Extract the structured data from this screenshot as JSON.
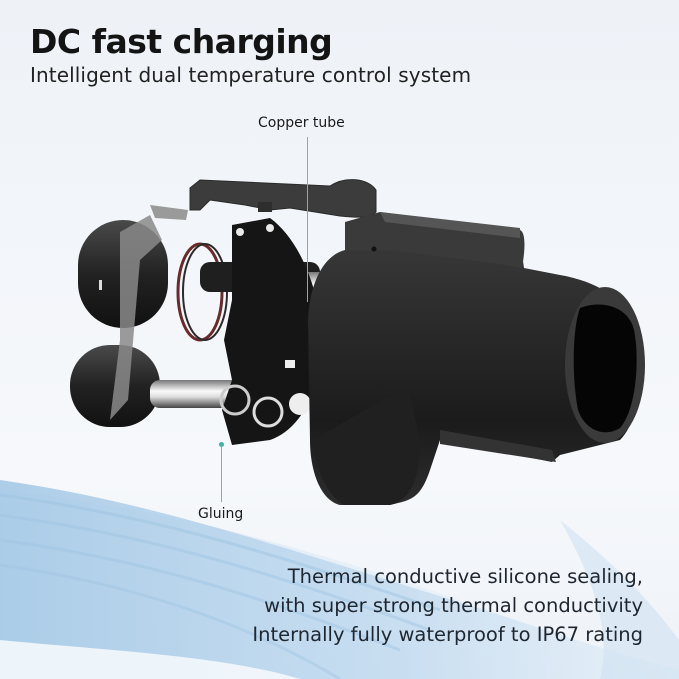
{
  "header": {
    "title": "DC fast charging",
    "subtitle": "Intelligent dual temperature control system"
  },
  "callouts": {
    "top": "Copper tube",
    "bottom": "Gluing"
  },
  "description": {
    "lines": [
      "Thermal conductive silicone sealing,",
      "with super strong thermal conductivity",
      "Internally fully waterproof to IP67 rating"
    ]
  },
  "colors": {
    "accent_line": "#6fb6b4",
    "product_body": "#2a2a2a",
    "wave": "#b7d3ea"
  },
  "image": {
    "subject": "exploded view of DC charging connector"
  }
}
